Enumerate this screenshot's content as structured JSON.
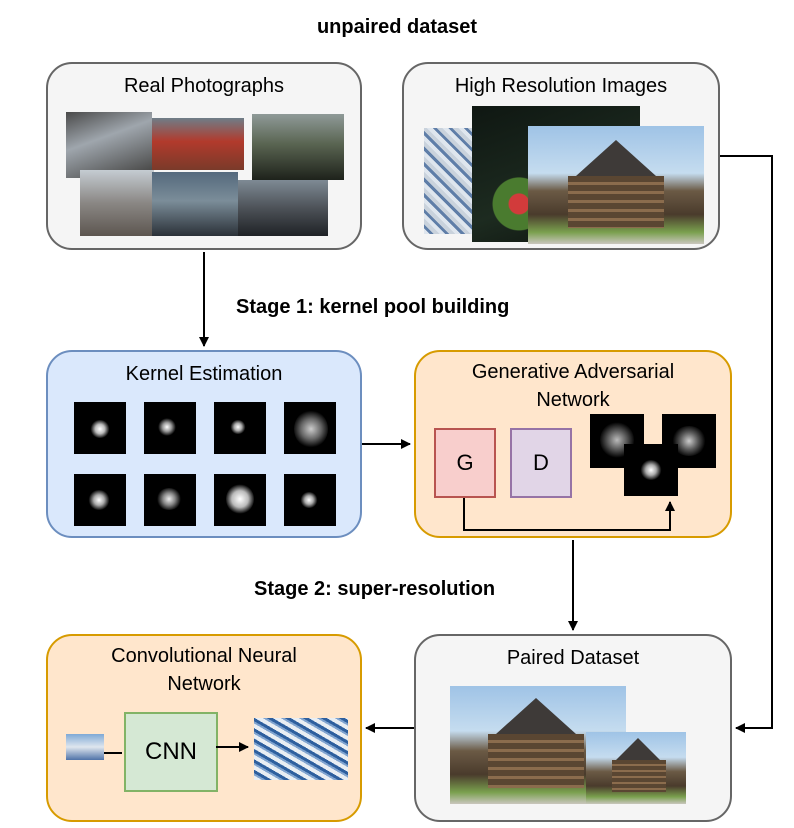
{
  "header": {
    "title": "unpaired dataset"
  },
  "stages": {
    "stage1": "Stage 1: kernel pool building",
    "stage2": "Stage 2: super-resolution"
  },
  "boxes": {
    "real_photographs": "Real Photographs",
    "high_resolution_images": "High Resolution Images",
    "kernel_estimation": "Kernel Estimation",
    "gan_line1": "Generative Adversarial",
    "gan_line2": "Network",
    "paired_dataset": "Paired Dataset",
    "cnn_line1": "Convolutional Neural",
    "cnn_line2": "Network"
  },
  "gan": {
    "generator": "G",
    "discriminator": "D"
  },
  "cnn": {
    "block": "CNN"
  },
  "colors": {
    "gray_fill": "#f5f5f5",
    "gray_stroke": "#666666",
    "blue_fill": "#dae8fc",
    "blue_stroke": "#6c8ebf",
    "orange_fill": "#ffe6cc",
    "orange_stroke": "#d79b00",
    "g_fill": "#f8cecc",
    "g_stroke": "#b85450",
    "d_fill": "#e1d5e7",
    "d_stroke": "#9673a6",
    "cnn_fill": "#d5e8d4",
    "cnn_stroke": "#82b366"
  }
}
